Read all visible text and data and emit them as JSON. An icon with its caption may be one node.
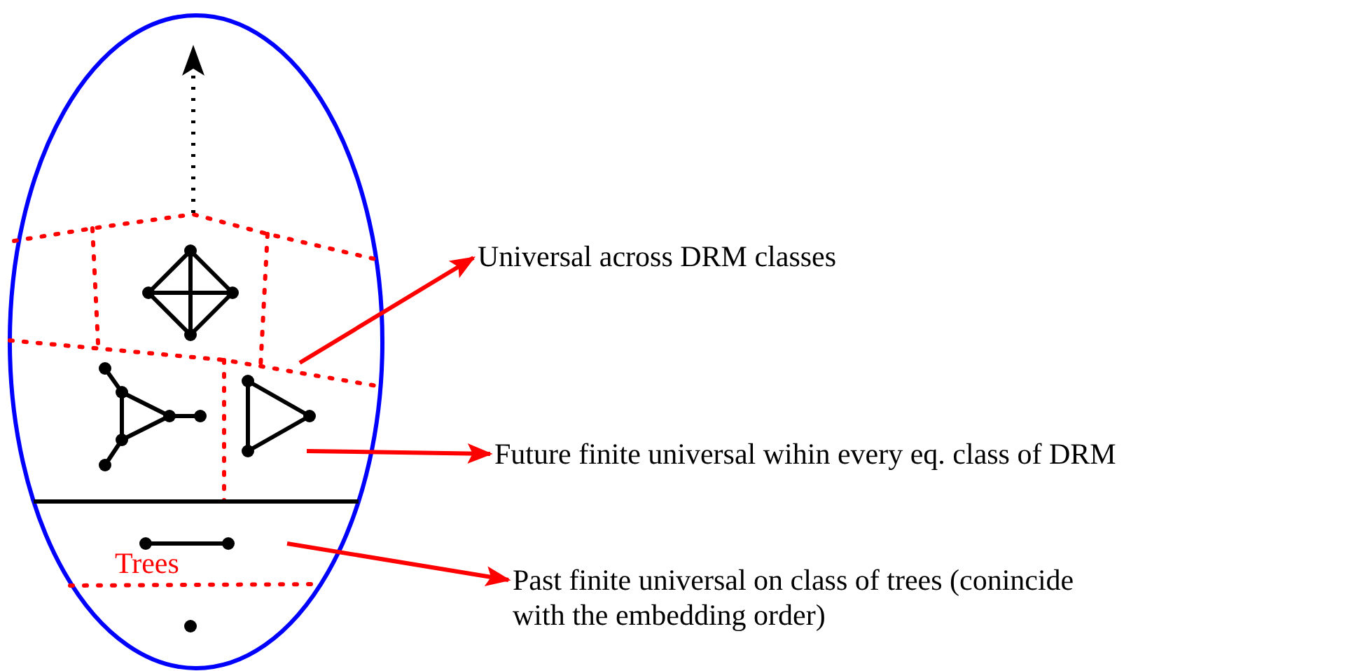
{
  "diagram": {
    "nodes": [
      {
        "text": [
          "Universal across DRM classes"
        ]
      },
      {
        "text": [
          "Future finite universal wihin every eq. class of DRM"
        ]
      },
      {
        "text": [
          "Past finite universal on class of trees (conincide with the embedding order)"
        ]
      }
    ],
    "edges": [
      {
        "from": null,
        "to": 0,
        "arrow": "to"
      },
      {
        "from": null,
        "to": 1,
        "arrow": "to"
      },
      {
        "from": null,
        "to": 2,
        "arrow": "to"
      }
    ],
    "labels": [
      "Trees"
    ]
  }
}
